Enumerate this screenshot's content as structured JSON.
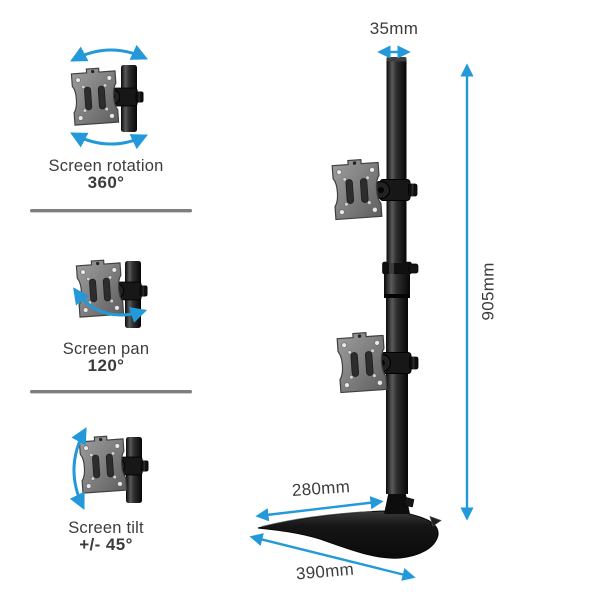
{
  "features": [
    {
      "label": "Screen rotation",
      "value": "360°"
    },
    {
      "label": "Screen pan",
      "value": "120°"
    },
    {
      "label": "Screen tilt",
      "value": "+/- 45°"
    }
  ],
  "dimensions": {
    "pole_diameter": "35mm",
    "total_height": "905mm",
    "base_depth": "280mm",
    "base_width": "390mm"
  },
  "colors": {
    "accent-blue": "#2399da",
    "divider-gray": "#7e7e7e",
    "text-dark": "#3c3c3c"
  }
}
